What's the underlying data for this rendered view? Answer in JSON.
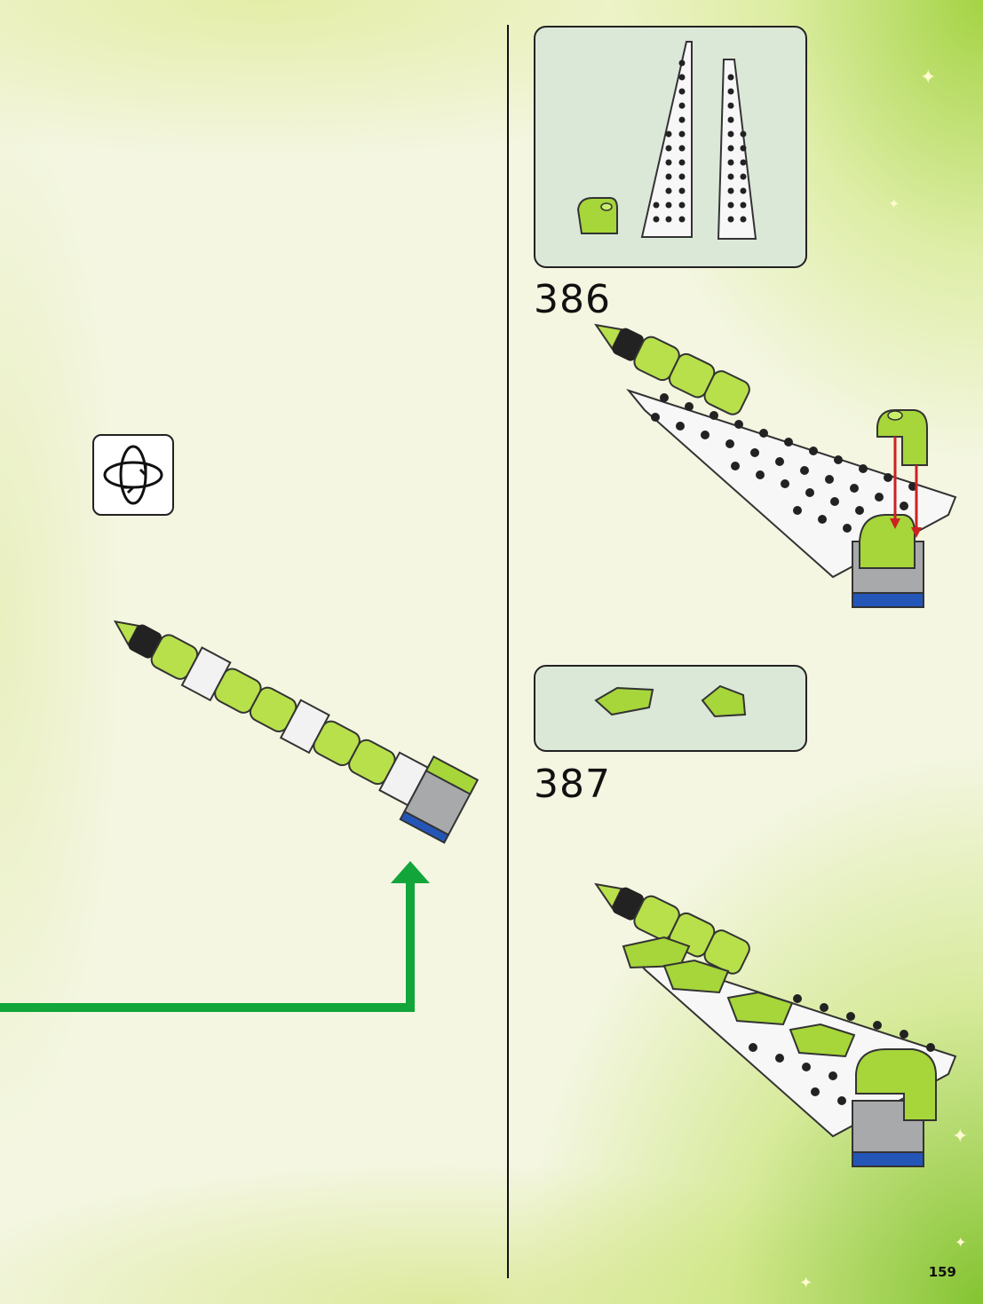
{
  "steps": [
    {
      "number": "386"
    },
    {
      "number": "387"
    }
  ],
  "page_number": "159",
  "icons": {
    "rotate": "rotate-model-icon",
    "arrow": "green-callout-arrow"
  },
  "colors": {
    "lime": "#a6d63a",
    "lime_dark": "#6e9a1a",
    "callout_green": "#12a53a",
    "parts_bg": "#dbe8d8",
    "blue": "#2456b8",
    "grey": "#a7a9ac",
    "red_arrow": "#cc2222"
  }
}
